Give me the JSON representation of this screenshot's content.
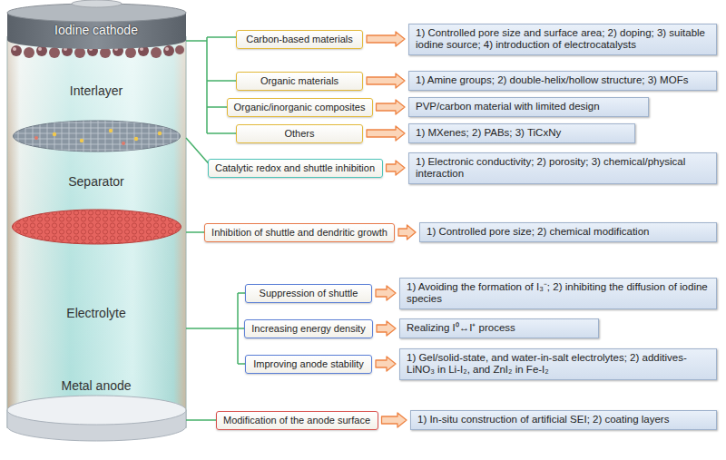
{
  "diagram": {
    "nodes": [
      {
        "text": [
          "Carbon-based materials"
        ]
      },
      {
        "text": [
          "1) Controlled pore size and surface area; 2) doping; 3) suitable iodine source; 4) introduction of electrocatalysts"
        ]
      },
      {
        "text": [
          "Organic materials"
        ]
      },
      {
        "text": [
          "1) Amine groups; 2) double-helix/hollow structure; 3) MOFs"
        ]
      },
      {
        "text": [
          "Organic/inorganic composites"
        ]
      },
      {
        "text": [
          "PVP/carbon material with limited design"
        ]
      },
      {
        "text": [
          "Others"
        ]
      },
      {
        "text": [
          "1) MXenes; 2) PABs; 3) TiCxNy"
        ]
      },
      {
        "text": [
          "Catalytic redox and shuttle inhibition"
        ]
      },
      {
        "text": [
          "1) Electronic conductivity; 2) porosity; 3) chemical/physical interaction"
        ]
      },
      {
        "text": [
          "Inhibition of shuttle and dendritic growth"
        ]
      },
      {
        "text": [
          "1) Controlled pore size; 2) chemical modification"
        ]
      },
      {
        "text": [
          "Suppression of shuttle"
        ]
      },
      {
        "text": [
          "1) Avoiding the formation of I₃⁻; 2) inhibiting the diffusion of iodine species"
        ]
      },
      {
        "text": [
          "Increasing energy density"
        ]
      },
      {
        "text": [
          "Realizing I⁰↔I⁺ process"
        ]
      },
      {
        "text": [
          "Improving anode stability"
        ]
      },
      {
        "text": [
          "1) Gel/solid-state, and water-in-salt electrolytes; 2) additives-LiNO₃ in Li-I₂, and ZnI₂ in Fe-I₂"
        ]
      },
      {
        "text": [
          "Modification of the anode surface"
        ]
      },
      {
        "text": [
          "1) In-situ construction of artificial SEI; 2) coating layers"
        ]
      }
    ],
    "edges": [
      {
        "from": 0,
        "to": 1,
        "arrow": "to"
      },
      {
        "from": 2,
        "to": 3,
        "arrow": "to"
      },
      {
        "from": 4,
        "to": 5,
        "arrow": "to"
      },
      {
        "from": 6,
        "to": 7,
        "arrow": "to"
      },
      {
        "from": 8,
        "to": 9,
        "arrow": "to"
      },
      {
        "from": 10,
        "to": 11,
        "arrow": "to"
      },
      {
        "from": 12,
        "to": 13,
        "arrow": "to"
      },
      {
        "from": 14,
        "to": 15,
        "arrow": "to"
      },
      {
        "from": 16,
        "to": 17,
        "arrow": "to"
      },
      {
        "from": 18,
        "to": 19,
        "arrow": "to"
      }
    ],
    "labels": [
      "Iodine cathode",
      "Interlayer",
      "Separator",
      "Electrolyte",
      "Metal anode"
    ]
  }
}
